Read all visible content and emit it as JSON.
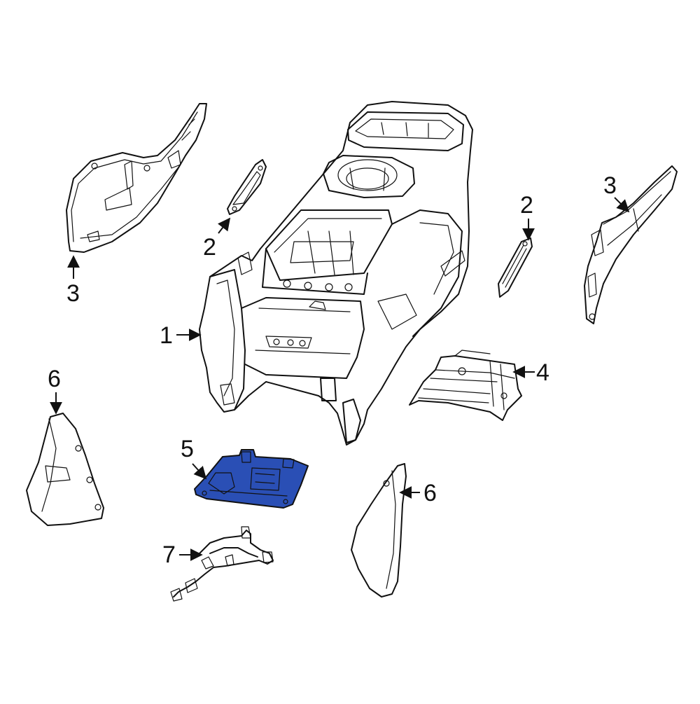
{
  "diagram": {
    "highlight_color": "#2a4fb5",
    "callouts": [
      {
        "id": "c1",
        "label": "1"
      },
      {
        "id": "c2a",
        "label": "2"
      },
      {
        "id": "c2b",
        "label": "2"
      },
      {
        "id": "c3a",
        "label": "3"
      },
      {
        "id": "c3b",
        "label": "3"
      },
      {
        "id": "c4",
        "label": "4"
      },
      {
        "id": "c5",
        "label": "5"
      },
      {
        "id": "c6a",
        "label": "6"
      },
      {
        "id": "c6b",
        "label": "6"
      },
      {
        "id": "c7",
        "label": "7"
      }
    ],
    "highlighted_part_label": "5"
  }
}
